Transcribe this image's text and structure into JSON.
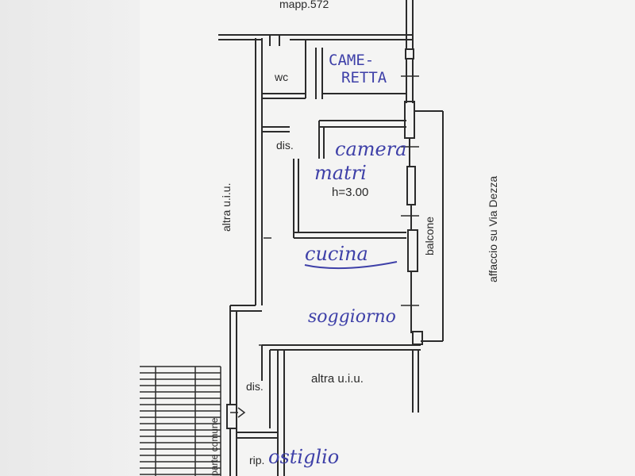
{
  "top_label": "mapp.572",
  "rooms": {
    "wc": "wc",
    "cameretta_line1": "CAME-",
    "cameretta_line2": "RETTA",
    "dis_upper": "dis.",
    "camera_line1": "camera",
    "camera_line2": "matri",
    "height": "h=3.00",
    "cucina": "cucina",
    "balcone": "balcone",
    "soggiorno": "soggiorno",
    "altra_uiu_right": "altra u.i.u.",
    "altra_uiu_left": "altra u.i.u.",
    "dis_lower": "dis.",
    "rip": "rip.",
    "ripostiglio": "ostiglio",
    "parte_comune": "parte comune",
    "affaccio": "affaccio su Via Dezza"
  },
  "colors": {
    "wall": "#2b2b2b",
    "ink_blue": "#3e40a8",
    "paper": "#f3f3f2"
  }
}
